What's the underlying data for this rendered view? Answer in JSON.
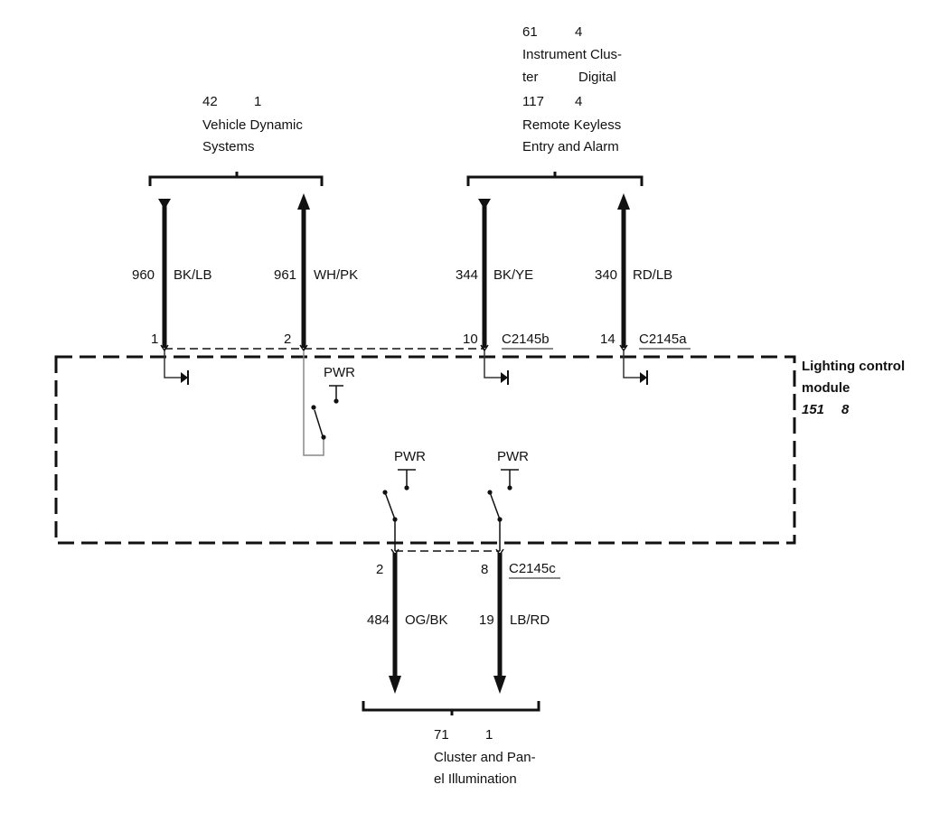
{
  "groups": {
    "vds": {
      "num": "42",
      "page": "1",
      "name1": "Vehicle Dynamic",
      "name2": "Systems"
    },
    "ic": {
      "num": "61",
      "page": "4",
      "l1": "Instrument Clus-",
      "l2a": "ter",
      "l2b": "Digital"
    },
    "rke": {
      "num": "117",
      "page": "4",
      "name1": "Remote Keyless",
      "name2": "Entry and Alarm"
    },
    "cpi": {
      "num": "71",
      "page": "1",
      "name1": "Cluster and Pan-",
      "name2": "el Illumination"
    }
  },
  "wires": {
    "w1": {
      "circuit": "960",
      "color": "BK/LB",
      "pin": "1"
    },
    "w2": {
      "circuit": "961",
      "color": "WH/PK",
      "pin": "2"
    },
    "w3": {
      "circuit": "344",
      "color": "BK/YE",
      "pin": "10"
    },
    "w4": {
      "circuit": "340",
      "color": "RD/LB",
      "pin": "14"
    },
    "w5": {
      "circuit": "484",
      "color": "OG/BK",
      "pin": "2"
    },
    "w6": {
      "circuit": "19",
      "color": "LB/RD",
      "pin": "8"
    }
  },
  "connectors": {
    "c1": "C2145b",
    "c2": "C2145a",
    "c3": "C2145c"
  },
  "module": {
    "name1": "Lighting control",
    "name2": "module",
    "num": "151",
    "page": "8"
  },
  "pwr": {
    "label": "PWR"
  }
}
